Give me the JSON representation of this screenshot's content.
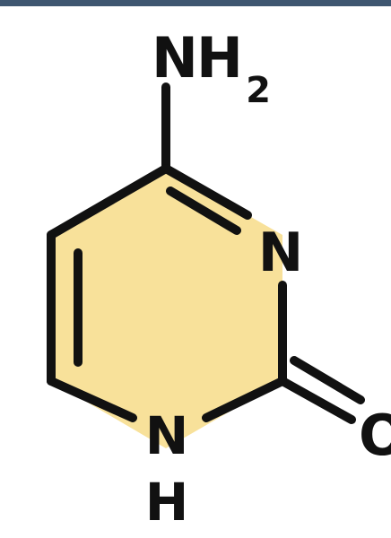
{
  "colors": {
    "ring_fill": "#F8E19A",
    "bond": "#111111",
    "text": "#111111",
    "top_bar": "#3E5670",
    "background": "#FFFFFF"
  },
  "labels": {
    "amine_N": "N",
    "amine_H": "H",
    "amine_subscript": "2",
    "ring_N": "N",
    "nh_N": "N",
    "nh_H": "H",
    "carbonyl_O": "O"
  }
}
